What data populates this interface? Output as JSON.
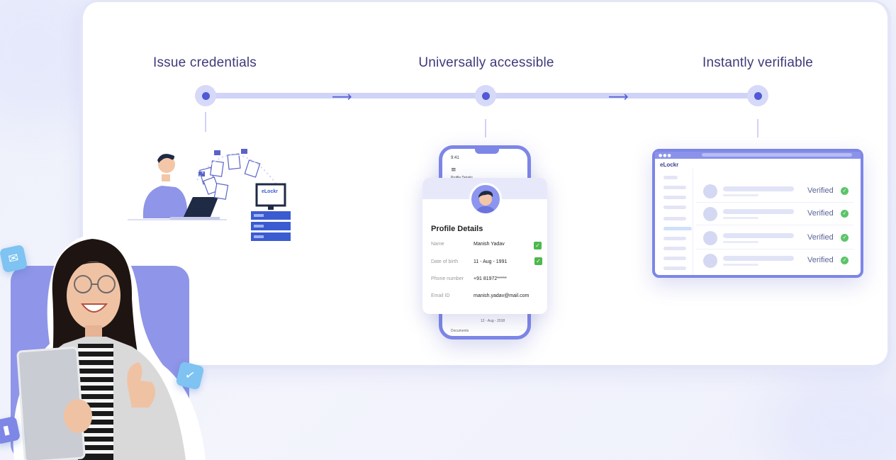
{
  "steps": [
    {
      "label": "Issue credentials"
    },
    {
      "label": "Universally accessible"
    },
    {
      "label": "Instantly verifiable"
    }
  ],
  "phone": {
    "time": "9:41",
    "subtitle": "Profile Details",
    "footer_date": "12 - Aug - 2018",
    "footer_docs": "Documents"
  },
  "profile_card": {
    "title": "Profile Details",
    "rows": [
      {
        "key": "Name",
        "value": "Manish Yadav",
        "verified": true
      },
      {
        "key": "Date of birth",
        "value": "11 - Aug - 1991",
        "verified": true
      },
      {
        "key": "Phone number",
        "value": "+91 81972*****",
        "verified": false
      },
      {
        "key": "Email ID",
        "value": "manish.yadav@mail.com",
        "verified": false
      }
    ]
  },
  "dashboard": {
    "brand": "eLockr",
    "rows": [
      {
        "status": "Verified"
      },
      {
        "status": "Verified"
      },
      {
        "status": "Verified"
      },
      {
        "status": "Verified"
      }
    ]
  },
  "laptop_screen_brand": "eLockr",
  "colors": {
    "accent": "#4f5bd5",
    "line": "#cfd3f7",
    "frame": "#7d86e6",
    "verified": "#5cc46a",
    "heading": "#3f3a7a"
  },
  "icons": [
    "mail-icon",
    "check-badge-icon",
    "chart-icon",
    "menu-icon"
  ]
}
